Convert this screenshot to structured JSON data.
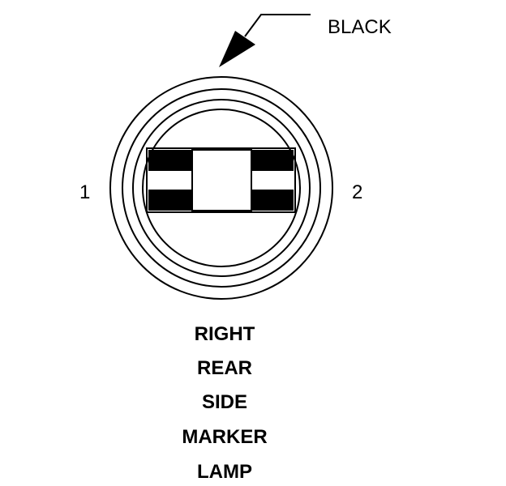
{
  "connector": {
    "callout_label": "BLACK",
    "pins": [
      {
        "label": "1"
      },
      {
        "label": "2"
      }
    ]
  },
  "caption": {
    "lines": [
      "RIGHT",
      "REAR",
      "SIDE",
      "MARKER",
      "LAMP"
    ]
  },
  "colors": {
    "ink": "#000000",
    "background": "#ffffff"
  }
}
